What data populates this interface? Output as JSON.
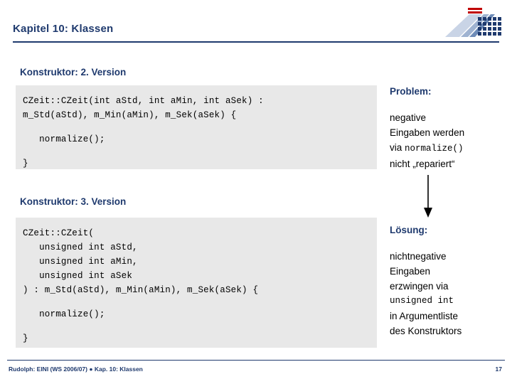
{
  "slide": {
    "title": "Kapitel 10: Klassen",
    "accent_color": "#1F3A6E",
    "code_bg": "#E8E8E8"
  },
  "sections": [
    {
      "heading": "Konstruktor: 2. Version"
    },
    {
      "heading": "Konstruktor: 3. Version"
    }
  ],
  "code1": {
    "lines": [
      "CZeit::CZeit(int aStd, int aMin, int aSek) :",
      "m_Std(aStd), m_Min(aMin), m_Sek(aSek) {",
      "",
      "   normalize();",
      "",
      "}"
    ]
  },
  "code2": {
    "lines": [
      "CZeit::CZeit(",
      "   unsigned int aStd,",
      "   unsigned int aMin,",
      "   unsigned int aSek",
      ") : m_Std(aStd), m_Min(aMin), m_Sek(aSek) {",
      "",
      "   normalize();",
      "",
      "}"
    ]
  },
  "right": {
    "problem_heading": "Problem:",
    "problem_line1": "negative",
    "problem_line2": "Eingaben werden",
    "problem_line3_pre": "via ",
    "problem_line3_code": "normalize()",
    "problem_line4": "nicht „repariert“",
    "solution_heading": "Lösung:",
    "solution_line1": "nichtnegative",
    "solution_line2": "Eingaben",
    "solution_line3": "erzwingen via",
    "solution_line4_code": "unsigned int",
    "solution_line5": "in Argumentliste",
    "solution_line6": "des Konstruktors"
  },
  "footer": {
    "text": "Rudolph: EINI (WS 2006/07)  ●  Kap. 10: Klassen",
    "page": "17"
  }
}
